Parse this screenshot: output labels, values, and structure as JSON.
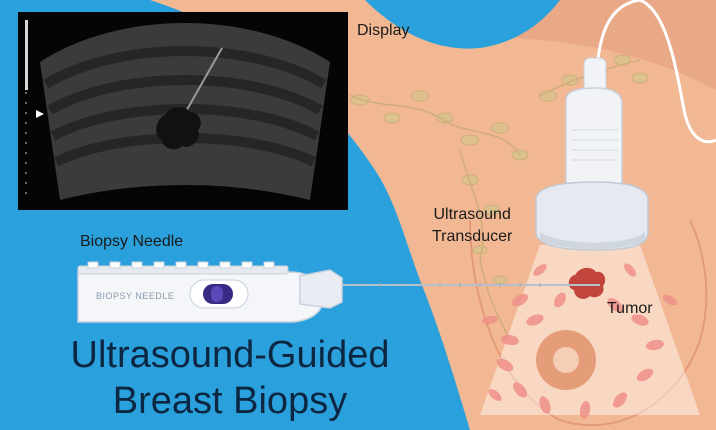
{
  "labels": {
    "display": "Display",
    "transducer_line1": "Ultrasound",
    "transducer_line2": "Transducer",
    "biopsy_needle": "Biopsy Needle",
    "tumor": "Tumor",
    "needle_body_text": "BIOPSY NEEDLE"
  },
  "title": {
    "line1": "Ultrasound-Guided",
    "line2": "Breast Biopsy"
  },
  "colors": {
    "background": "#2aa1dc",
    "skin": "#f2b893",
    "tumor": "#c1443d",
    "title_text": "#0d2742"
  }
}
